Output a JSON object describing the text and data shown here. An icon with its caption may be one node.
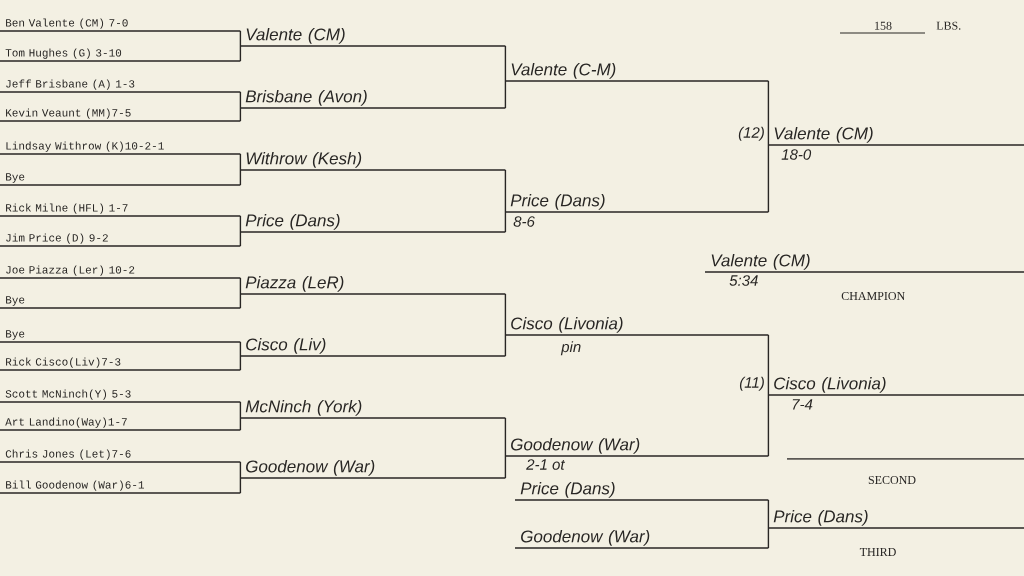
{
  "diagram": {
    "nodes": [
      {
        "text": [
          "Ben Valente (CM) 7-0"
        ]
      },
      {
        "text": [
          "Tom Hughes (G) 3-10"
        ]
      },
      {
        "text": [
          "Jeff Brisbane (A) 1-3"
        ]
      },
      {
        "text": [
          "Kevin Veaunt (MM)7-5"
        ]
      },
      {
        "text": [
          "Lindsay Withrow (K)10-2-1"
        ]
      },
      {
        "text": [
          "Bye"
        ]
      },
      {
        "text": [
          "Rick Milne (HFL) 1-7"
        ]
      },
      {
        "text": [
          "Jim Price (D) 9-2"
        ]
      },
      {
        "text": [
          "Joe Piazza (Ler) 10-2"
        ]
      },
      {
        "text": [
          "Bye"
        ]
      },
      {
        "text": [
          "Bye"
        ]
      },
      {
        "text": [
          "Rick Cisco(Liv)7-3"
        ]
      },
      {
        "text": [
          "Scott McNinch(Y) 5-3"
        ]
      },
      {
        "text": [
          "Art Landino(Way)1-7"
        ]
      },
      {
        "text": [
          "Chris Jones (Let)7-6"
        ]
      },
      {
        "text": [
          "Bill Goodenow (War)6-1"
        ]
      },
      {
        "text": [
          "Valente (CM)"
        ]
      },
      {
        "text": [
          "Brisbane (Avon)"
        ]
      },
      {
        "text": [
          "Withrow (Kesh)"
        ]
      },
      {
        "text": [
          "Price (Dans)"
        ]
      },
      {
        "text": [
          "Piazza (LeR)"
        ]
      },
      {
        "text": [
          "Cisco (Liv)"
        ]
      },
      {
        "text": [
          "McNinch (York)"
        ]
      },
      {
        "text": [
          "Goodenow (War)"
        ]
      },
      {
        "text": [
          "Valente (C-M)"
        ]
      },
      {
        "text": [
          "Price (Dans)"
        ],
        "beside": [
          "8-6"
        ]
      },
      {
        "text": [
          "Cisco (Livonia)"
        ],
        "beside": [
          "pin"
        ]
      },
      {
        "text": [
          "Goodenow (War)"
        ],
        "beside": [
          "2-1 ot"
        ]
      },
      {
        "text": [
          "Valente (CM)"
        ],
        "beside": [
          "(12)",
          "18-0"
        ]
      },
      {
        "text": [
          "Cisco (Livonia)"
        ],
        "beside": [
          "(11)",
          "7-4"
        ]
      },
      {
        "text": [
          "Valente (CM)"
        ],
        "beside": [
          "5:34"
        ]
      },
      {
        "text": [
          "Price (Dans)"
        ]
      },
      {
        "text": [
          "Goodenow (War)"
        ]
      },
      {
        "text": [
          "Price (Dans)"
        ]
      }
    ],
    "edges": [
      {
        "from": 0,
        "to": 16,
        "arrow": "none"
      },
      {
        "from": 1,
        "to": 16,
        "arrow": "none"
      },
      {
        "from": 2,
        "to": 17,
        "arrow": "none"
      },
      {
        "from": 3,
        "to": 17,
        "arrow": "none"
      },
      {
        "from": 4,
        "to": 18,
        "arrow": "none"
      },
      {
        "from": 5,
        "to": 18,
        "arrow": "none"
      },
      {
        "from": 6,
        "to": 19,
        "arrow": "none"
      },
      {
        "from": 7,
        "to": 19,
        "arrow": "none"
      },
      {
        "from": 8,
        "to": 20,
        "arrow": "none"
      },
      {
        "from": 9,
        "to": 20,
        "arrow": "none"
      },
      {
        "from": 10,
        "to": 21,
        "arrow": "none"
      },
      {
        "from": 11,
        "to": 21,
        "arrow": "none"
      },
      {
        "from": 12,
        "to": 22,
        "arrow": "none"
      },
      {
        "from": 13,
        "to": 22,
        "arrow": "none"
      },
      {
        "from": 14,
        "to": 23,
        "arrow": "none"
      },
      {
        "from": 15,
        "to": 23,
        "arrow": "none"
      },
      {
        "from": 16,
        "to": 24,
        "arrow": "none"
      },
      {
        "from": 17,
        "to": 24,
        "arrow": "none"
      },
      {
        "from": 18,
        "to": 25,
        "arrow": "none"
      },
      {
        "from": 19,
        "to": 25,
        "arrow": "none"
      },
      {
        "from": 20,
        "to": 26,
        "arrow": "none"
      },
      {
        "from": 21,
        "to": 26,
        "arrow": "none"
      },
      {
        "from": 22,
        "to": 27,
        "arrow": "none"
      },
      {
        "from": 23,
        "to": 27,
        "arrow": "none"
      },
      {
        "from": 24,
        "to": 28,
        "arrow": "none"
      },
      {
        "from": 25,
        "to": 28,
        "arrow": "none"
      },
      {
        "from": 26,
        "to": 29,
        "arrow": "none"
      },
      {
        "from": 27,
        "to": 29,
        "arrow": "none"
      },
      {
        "from": 31,
        "to": 33,
        "arrow": "none"
      },
      {
        "from": 32,
        "to": 33,
        "arrow": "none"
      }
    ],
    "labels": [
      "158",
      "LBS.",
      "CHAMPION",
      "SECOND",
      "THIRD"
    ]
  }
}
